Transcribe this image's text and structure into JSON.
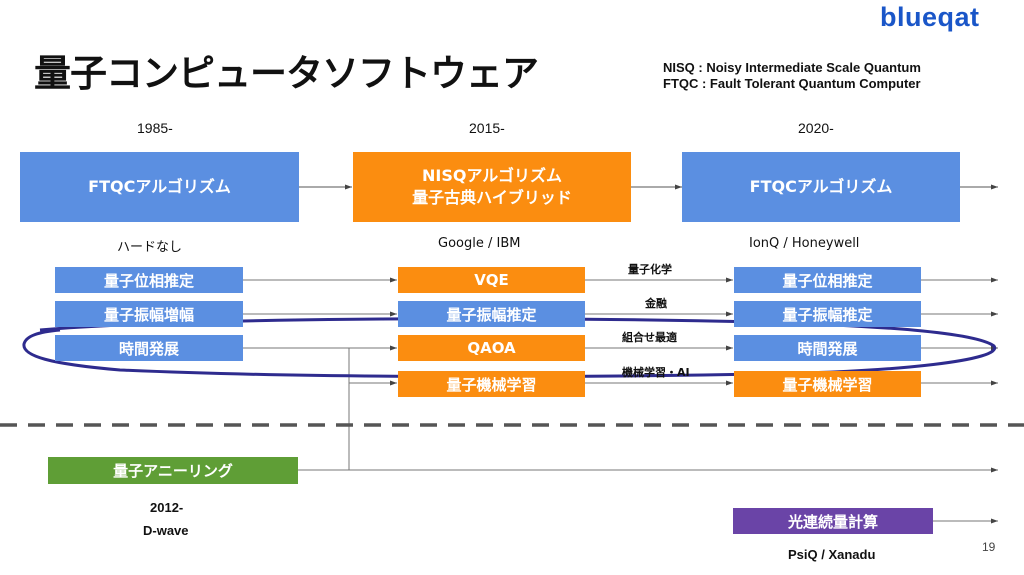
{
  "brand": "blueqat",
  "title": "量子コンピュータソフトウェア",
  "legend": {
    "nisq": "NISQ : Noisy Intermediate Scale Quantum",
    "ftqc": "FTQC : Fault Tolerant Quantum Computer"
  },
  "years": [
    "1985-",
    "2015-",
    "2020-"
  ],
  "headers": [
    "FTQCアルゴリズム",
    "NISQアルゴリズム\n量子古典ハイブリッド",
    "FTQCアルゴリズム"
  ],
  "platforms": [
    "ハードなし",
    "Google / IBM",
    "IonQ / Honeywell"
  ],
  "col1_items": [
    "量子位相推定",
    "量子振幅増幅",
    "時間発展"
  ],
  "col2_items": [
    "VQE",
    "量子振幅推定",
    "QAOA",
    "量子機械学習"
  ],
  "col3_items": [
    "量子位相推定",
    "量子振幅推定",
    "時間発展",
    "量子機械学習"
  ],
  "applications": [
    "量子化学",
    "金融",
    "組合せ最適",
    "機械学習・AI"
  ],
  "annealing": {
    "label": "量子アニーリング",
    "year": "2012-",
    "vendor": "D-wave"
  },
  "photonic": {
    "label": "光連続量計算",
    "vendor": "PsiQ / Xanadu"
  },
  "page_number": "19",
  "colors": {
    "ftqc_blue": "#5b8fe1",
    "nisq_orange": "#fb8d10",
    "annealing_green": "#5f9e36",
    "photonic_purple": "#6a44a7",
    "highlight_ellipse": "#2e2b8e",
    "brand": "#1a56c8"
  }
}
